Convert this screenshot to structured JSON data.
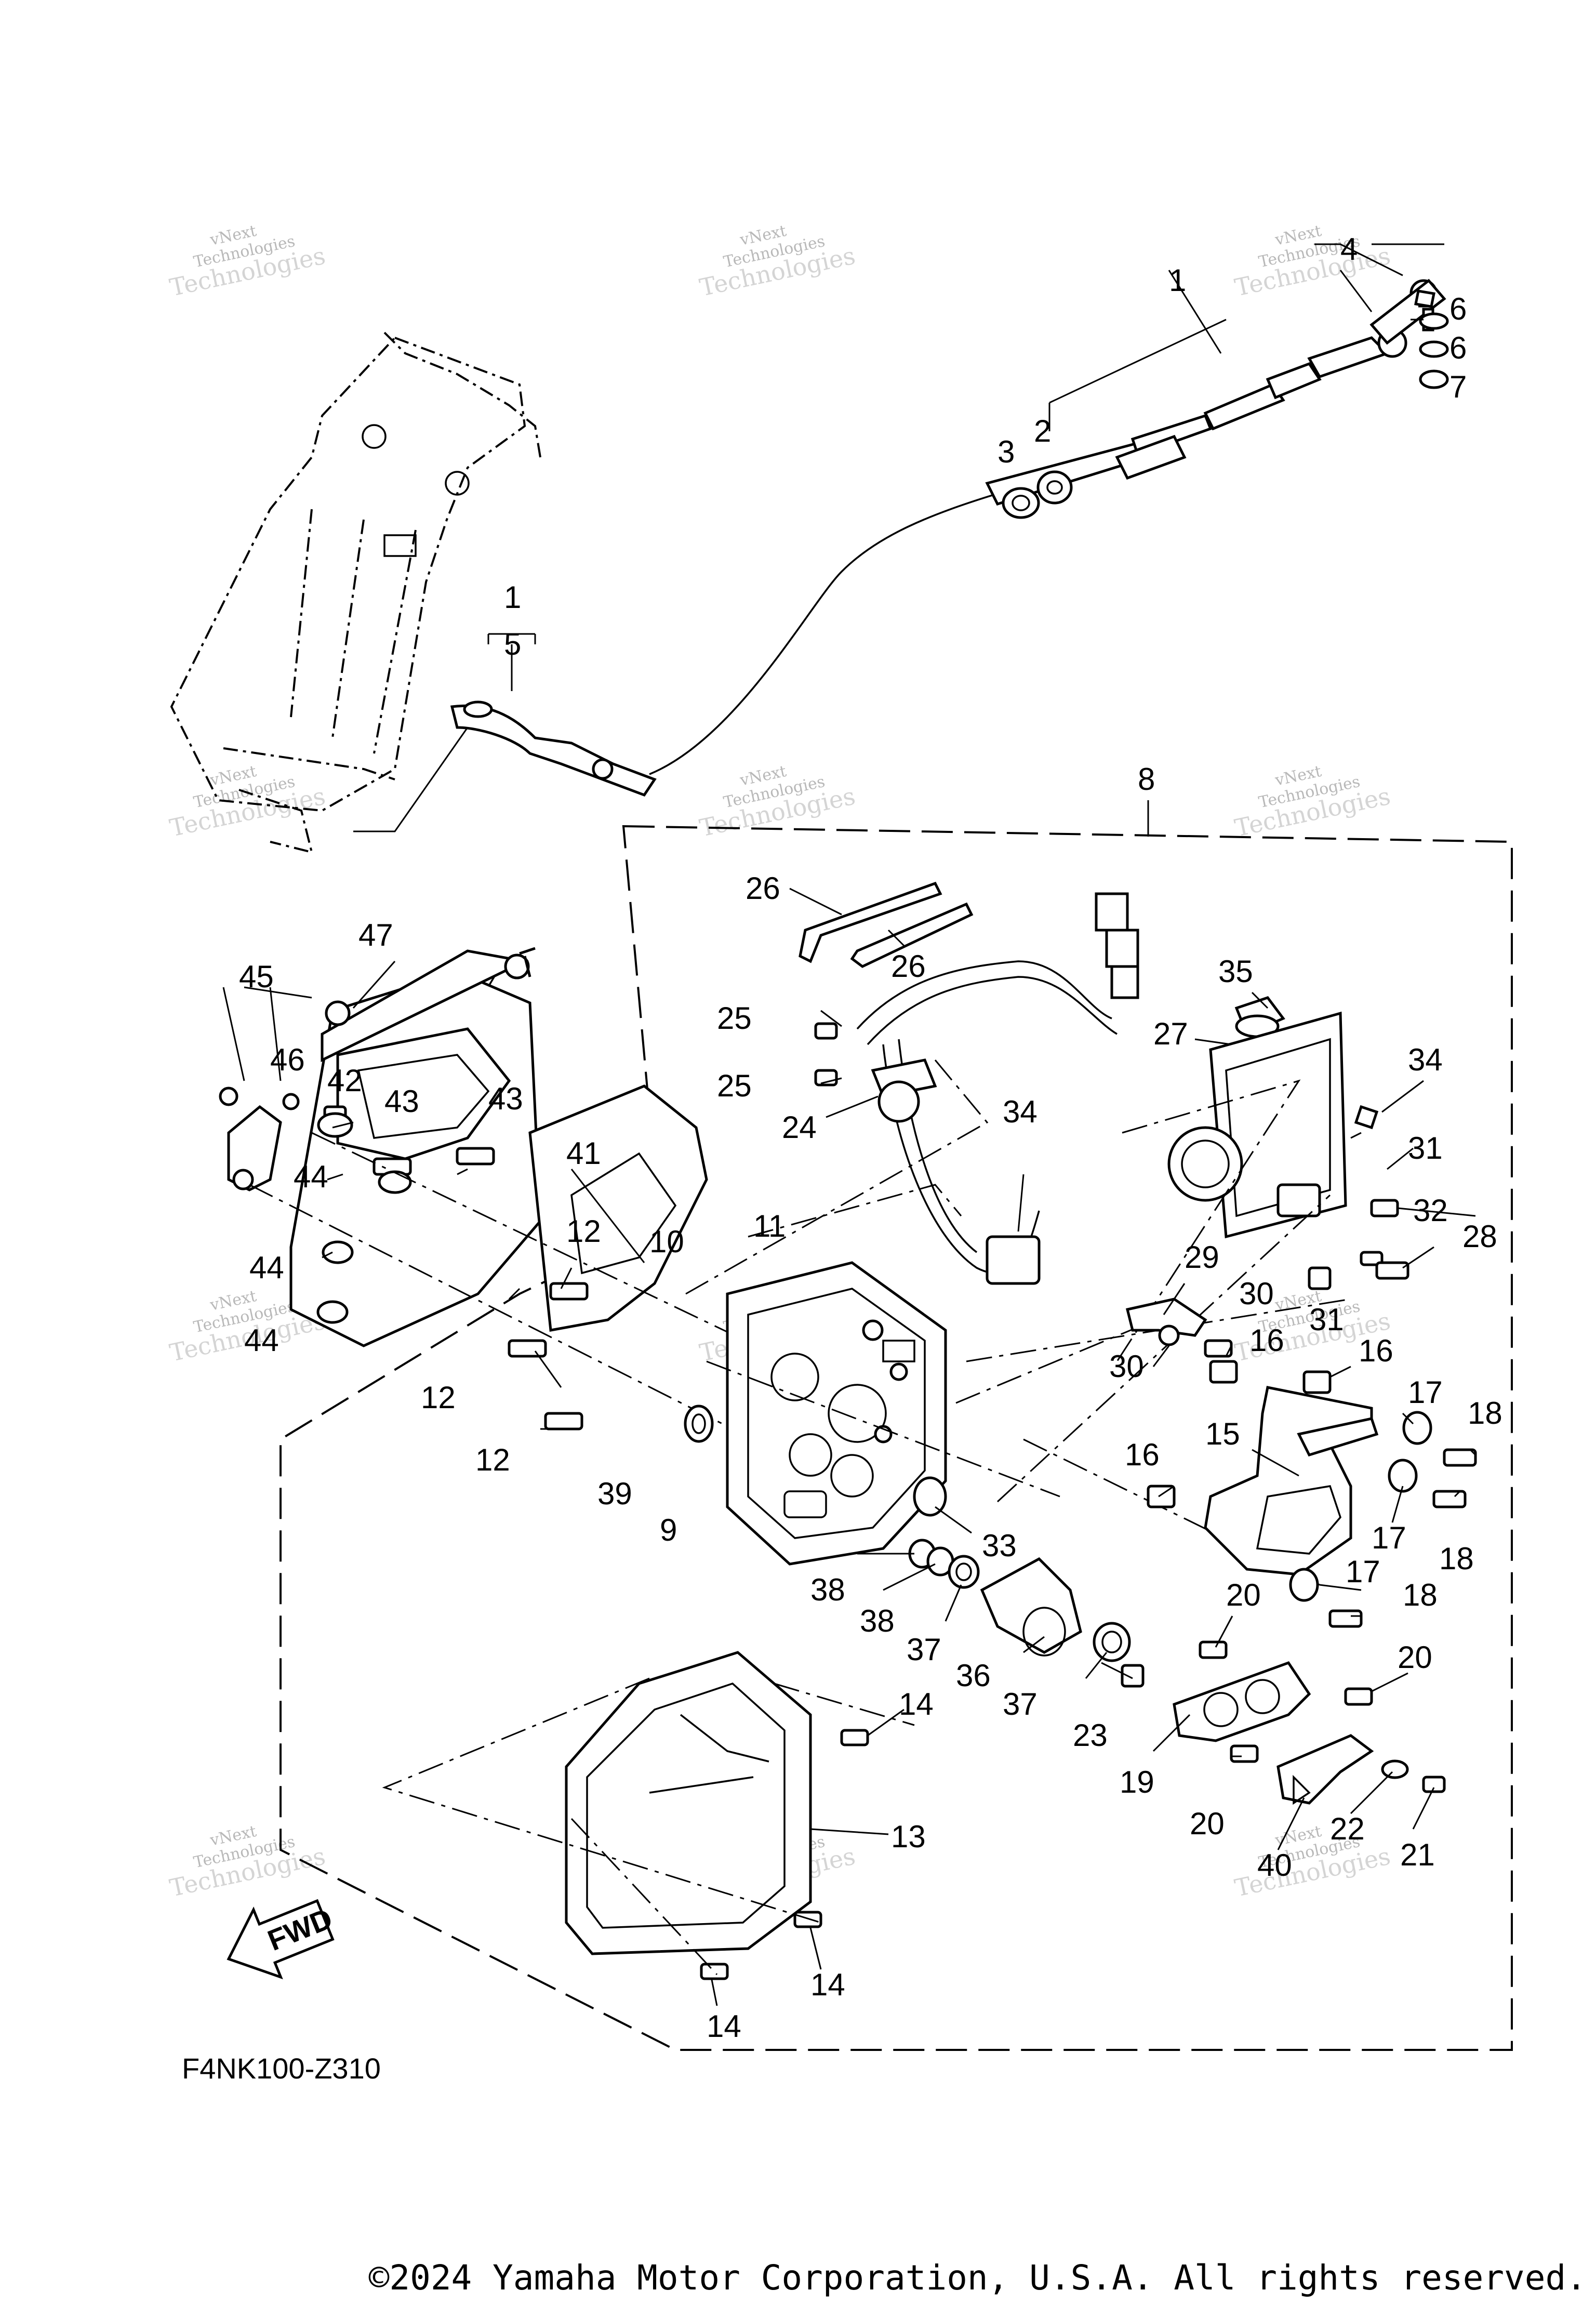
{
  "diagram": {
    "drawing_code": "F4NK100-Z310",
    "direction_badge": "FWD",
    "watermark": {
      "line1": "vNext",
      "line2": "Technologies",
      "overlay": "Technologies"
    },
    "callouts": {
      "c1a": "1",
      "c1b": "1",
      "c2": "2",
      "c3": "3",
      "c4": "4",
      "c5": "5",
      "c6a": "6",
      "c6b": "6",
      "c7": "7",
      "c8": "8",
      "c9": "9",
      "c10": "10",
      "c11": "11",
      "c12a": "12",
      "c12b": "12",
      "c12c": "12",
      "c13": "13",
      "c14a": "14",
      "c14b": "14",
      "c14c": "14",
      "c15": "15",
      "c16a": "16",
      "c16b": "16",
      "c16c": "16",
      "c17a": "17",
      "c17b": "17",
      "c17c": "17",
      "c18a": "18",
      "c18b": "18",
      "c18c": "18",
      "c19": "19",
      "c20a": "20",
      "c20b": "20",
      "c20c": "20",
      "c21": "21",
      "c22": "22",
      "c23": "23",
      "c24": "24",
      "c25a": "25",
      "c25b": "25",
      "c26a": "26",
      "c26b": "26",
      "c27": "27",
      "c28": "28",
      "c29": "29",
      "c30a": "30",
      "c30b": "30",
      "c31a": "31",
      "c31b": "31",
      "c32": "32",
      "c33": "33",
      "c34a": "34",
      "c34b": "34",
      "c35": "35",
      "c36": "36",
      "c37a": "37",
      "c37b": "37",
      "c38a": "38",
      "c38b": "38",
      "c39": "39",
      "c40": "40",
      "c41": "41",
      "c42": "42",
      "c43a": "43",
      "c43b": "43",
      "c44a": "44",
      "c44b": "44",
      "c44c": "44",
      "c45": "45",
      "c46": "46",
      "c47": "47"
    }
  },
  "footer": {
    "copyright": "©2024 Yamaha Motor Corporation, U.S.A. All rights reserved."
  }
}
